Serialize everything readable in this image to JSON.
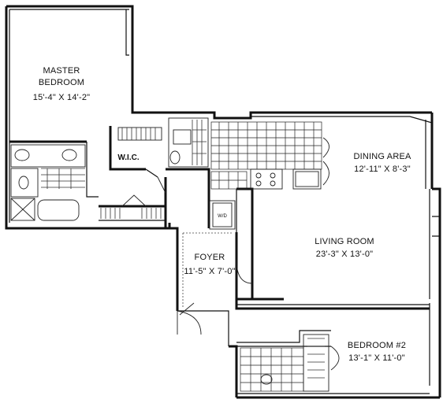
{
  "rooms": {
    "master_bedroom": {
      "name_line1": "MASTER",
      "name_line2": "BEDROOM",
      "size": "15'-4\" X 14'-2\""
    },
    "wic": {
      "name": "W.I.C."
    },
    "dining_area": {
      "name": "DINING AREA",
      "size": "12'-11\" X 8'-3\""
    },
    "living_room": {
      "name": "LIVING ROOM",
      "size": "23'-3\" X 13'-0\""
    },
    "foyer": {
      "name": "FOYER",
      "size": "11'-5\" X 7'-0\""
    },
    "bedroom_2": {
      "name": "BEDROOM #2",
      "size": "13'-1\" X 11'-0\""
    },
    "washer_dryer": {
      "name": "W/D"
    }
  }
}
